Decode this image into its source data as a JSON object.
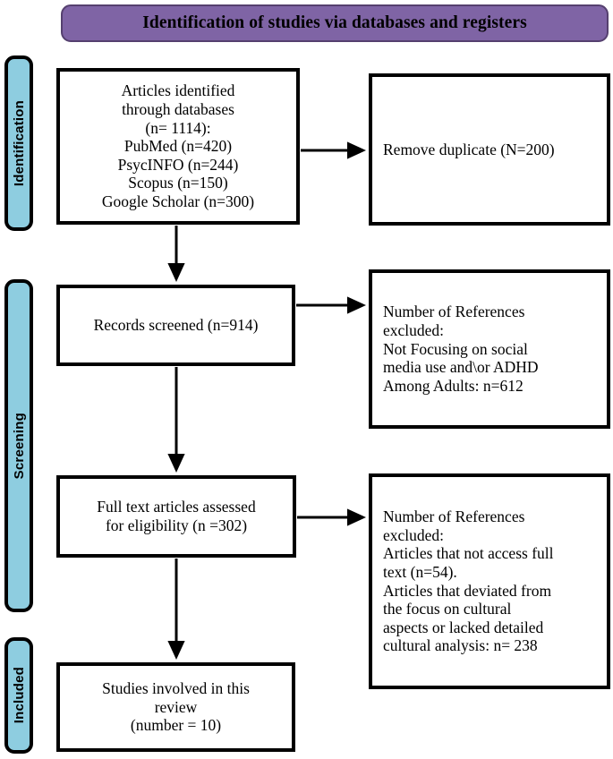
{
  "banner": {
    "title": "Identification of studies via databases and registers",
    "fill_color": "#7f64a5",
    "border_color": "#55406f"
  },
  "rails": [
    {
      "id": "identification",
      "label": "Identification",
      "fill_color": "#8ecde0"
    },
    {
      "id": "screening",
      "label": "Screening",
      "fill_color": "#8ecde0"
    },
    {
      "id": "included",
      "label": "Included",
      "fill_color": "#8ecde0"
    }
  ],
  "boxes": {
    "identified": {
      "text": "Articles identified\nthrough databases\n(n= 1114):\nPubMed (n=420)\nPsycINFO (n=244)\nScopus (n=150)\nGoogle Scholar (n=300)"
    },
    "duplicates": {
      "text": "Remove duplicate (N=200)"
    },
    "screened": {
      "text": "Records screened (n=914)"
    },
    "excluded_screening": {
      "text": "Number of References\nexcluded:\nNot Focusing on social\nmedia use and\\or ADHD\nAmong Adults: n=612"
    },
    "fulltext": {
      "text": "Full text articles assessed\nfor eligibility (n =302)"
    },
    "excluded_eligibility": {
      "text": "Number of References\nexcluded:\nArticles that not access full\ntext (n=54).\nArticles that deviated from\nthe focus on cultural\naspects or lacked detailed\ncultural analysis: n= 238"
    },
    "included": {
      "text": "Studies involved in this\nreview\n(number = 10)"
    }
  },
  "chart_data": {
    "type": "flowchart",
    "title": "Identification of studies via databases and registers",
    "stages": [
      "Identification",
      "Screening",
      "Included"
    ],
    "nodes": [
      {
        "id": "identified",
        "stage": "Identification",
        "column": "left",
        "label": "Articles identified through databases (n= 1114)",
        "n": 1114,
        "breakdown": [
          {
            "source": "PubMed",
            "n": 420
          },
          {
            "source": "PsycINFO",
            "n": 244
          },
          {
            "source": "Scopus",
            "n": 150
          },
          {
            "source": "Google Scholar",
            "n": 300
          }
        ]
      },
      {
        "id": "duplicates",
        "stage": "Identification",
        "column": "right",
        "label": "Remove duplicate (N=200)",
        "n": 200
      },
      {
        "id": "screened",
        "stage": "Screening",
        "column": "left",
        "label": "Records screened (n=914)",
        "n": 914
      },
      {
        "id": "excluded_screening",
        "stage": "Screening",
        "column": "right",
        "label": "Number of References excluded: Not Focusing on social media use and\\or ADHD Among Adults",
        "n": 612
      },
      {
        "id": "fulltext",
        "stage": "Screening",
        "column": "left",
        "label": "Full text articles assessed for eligibility (n =302)",
        "n": 302
      },
      {
        "id": "excluded_eligibility",
        "stage": "Screening",
        "column": "right",
        "label": "Number of References excluded: Articles that not access full text; Articles that deviated from the focus on cultural aspects or lacked detailed cultural analysis",
        "reasons": [
          {
            "reason": "Articles that not access full text",
            "n": 54
          },
          {
            "reason": "Articles that deviated from the focus on cultural aspects or lacked detailed cultural analysis",
            "n": 238
          }
        ]
      },
      {
        "id": "included",
        "stage": "Included",
        "column": "left",
        "label": "Studies involved in this review (number = 10)",
        "n": 10
      }
    ],
    "edges": [
      {
        "from": "identified",
        "to": "duplicates",
        "direction": "right"
      },
      {
        "from": "identified",
        "to": "screened",
        "direction": "down"
      },
      {
        "from": "screened",
        "to": "excluded_screening",
        "direction": "right"
      },
      {
        "from": "screened",
        "to": "fulltext",
        "direction": "down"
      },
      {
        "from": "fulltext",
        "to": "excluded_eligibility",
        "direction": "right"
      },
      {
        "from": "fulltext",
        "to": "included",
        "direction": "down"
      }
    ]
  }
}
